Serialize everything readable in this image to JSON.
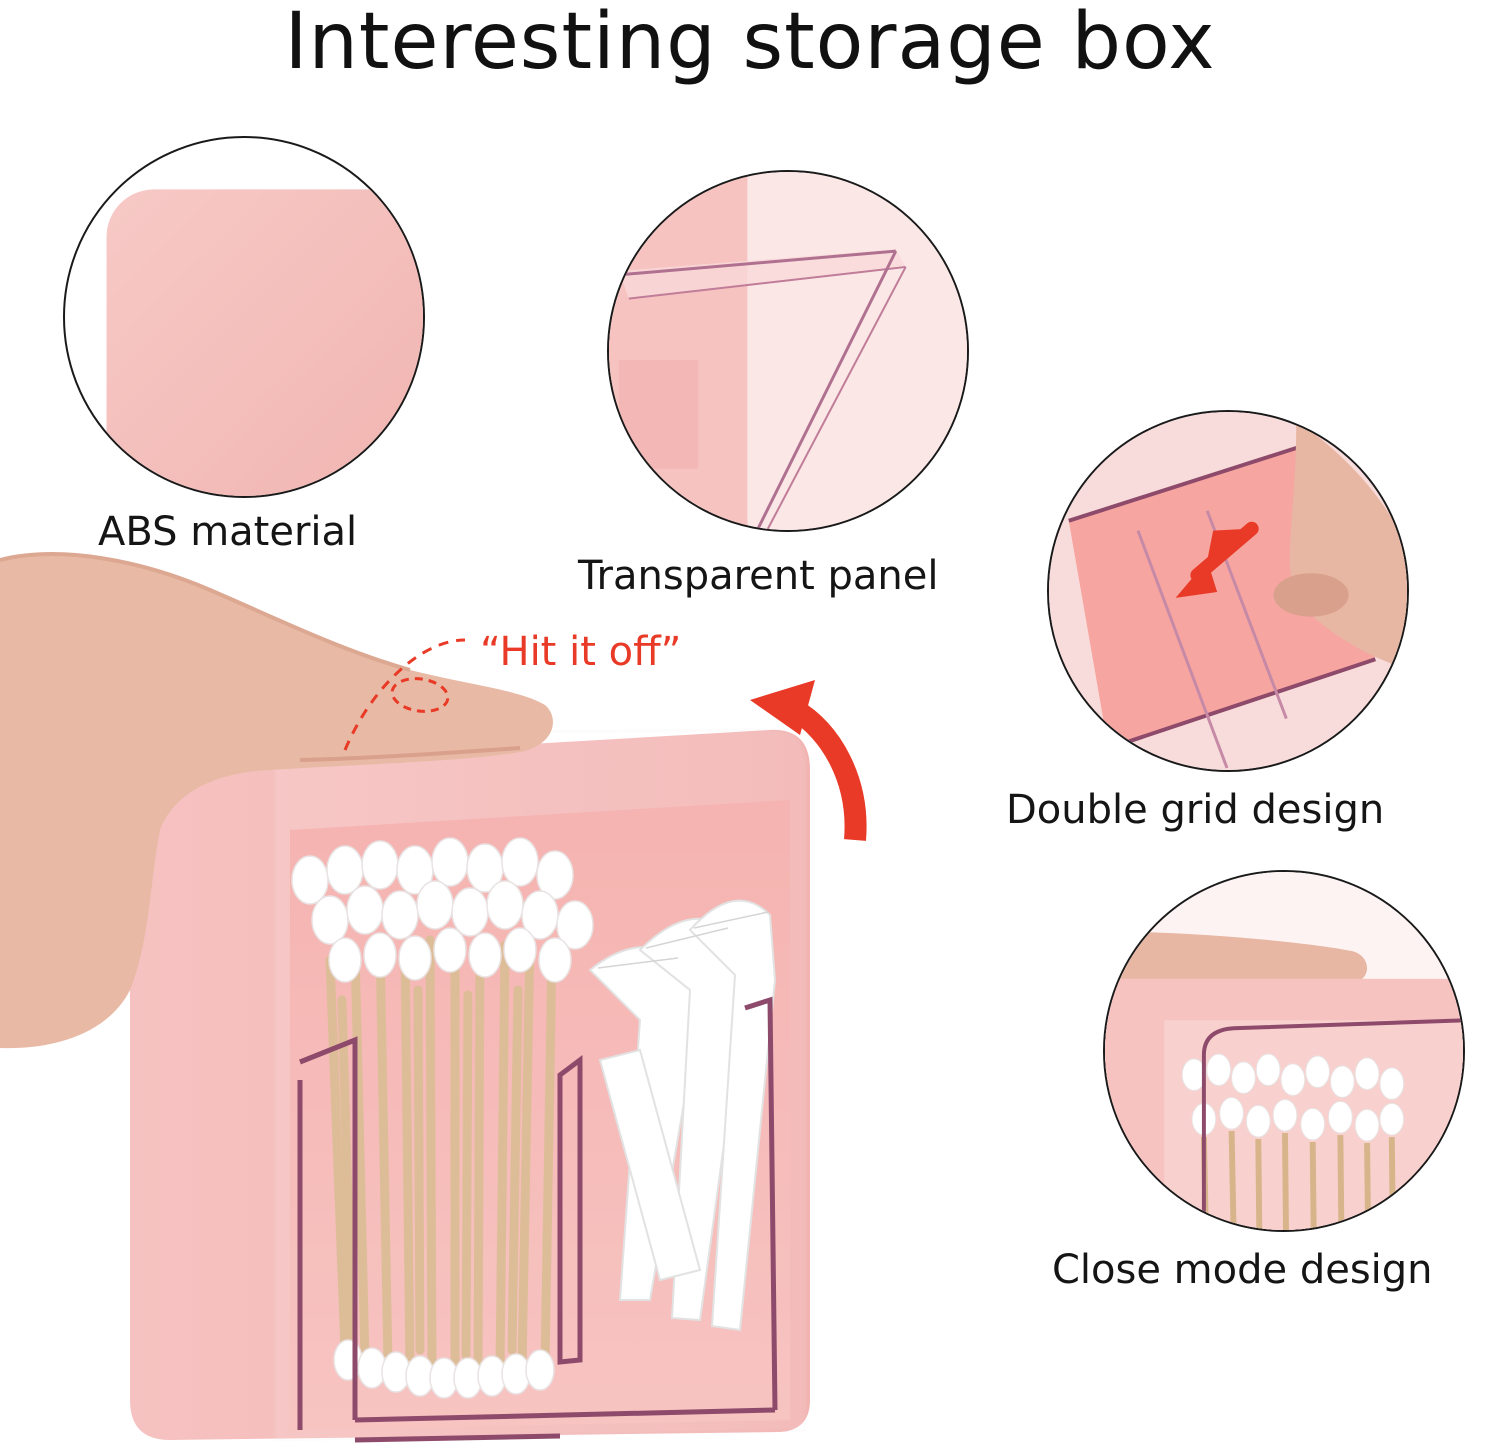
{
  "title": "Interesting storage box",
  "features": [
    {
      "label": "ABS material"
    },
    {
      "label": "Transparent panel"
    },
    {
      "label": "Double grid design"
    },
    {
      "label": "Close mode design"
    }
  ],
  "annotation": {
    "label": "“Hit it off”",
    "color": "#e83a26"
  },
  "colors": {
    "box_pink": "#f5c2c0",
    "arrow_red": "#e83a26",
    "frame_purple": "#8e4a6a"
  }
}
